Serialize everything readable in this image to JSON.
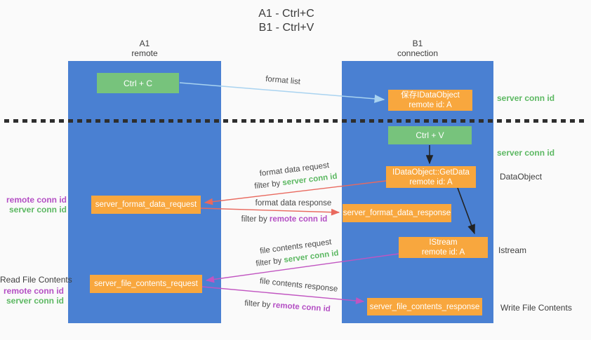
{
  "title": {
    "line1": "A1 - Ctrl+C",
    "line2": "B1 - Ctrl+V"
  },
  "lanes": {
    "a1": {
      "name": "A1",
      "sub": "remote"
    },
    "b1": {
      "name": "B1",
      "sub": "connection"
    }
  },
  "nodes": {
    "ctrl_c": {
      "label": "Ctrl + C"
    },
    "save_idataobject": {
      "line1": "保存IDataObject",
      "line2": "remote id: A"
    },
    "ctrl_v": {
      "label": "Ctrl + V"
    },
    "getdata": {
      "line1": "IDataObject::GetData",
      "line2": "remote id: A"
    },
    "format_request": {
      "label": "server_format_data_request"
    },
    "format_response": {
      "label": "server_format_data_response"
    },
    "istream": {
      "line1": "IStream",
      "line2": "remote id: A"
    },
    "file_request": {
      "label": "server_file_contents_request"
    },
    "file_response": {
      "label": "server_file_contents_response"
    }
  },
  "flow_labels": {
    "format_list": "format list",
    "format_data_request": {
      "line1": "format data request",
      "filter_prefix": "filter by ",
      "filter_key": "server conn id"
    },
    "format_data_response": {
      "line1": "format data response",
      "filter_prefix": "filter by ",
      "filter_key": "remote conn id"
    },
    "file_contents_request": {
      "line1": "file contents request",
      "filter_prefix": "filter by ",
      "filter_key": "server conn id"
    },
    "file_contents_response": {
      "line1": "file contents response",
      "filter_prefix": "filter by ",
      "filter_key": "remote conn id"
    }
  },
  "side_labels": {
    "right_top_server_conn_id": "server conn id",
    "right_mid_server_conn_id": "server conn id",
    "dataobject": "DataObject",
    "istream": "Istream",
    "write_file_contents": "Write File Contents",
    "left_mid": {
      "remote": "remote conn id",
      "server": "server conn id"
    },
    "left_bottom": {
      "title": "Read File Contents",
      "remote": "remote conn id",
      "server": "server conn id"
    }
  },
  "colors": {
    "lane_fill": "#4a80d2",
    "green_box": "#77c37c",
    "orange_box": "#f8a73e",
    "green_text": "#5cb862",
    "purple_text": "#b44fc4",
    "red_arrow": "#e9695e",
    "magenta_arrow": "#c155c1",
    "blue_arrow": "#a9d3f0",
    "black_arrow": "#222222",
    "background": "#fafafa"
  }
}
